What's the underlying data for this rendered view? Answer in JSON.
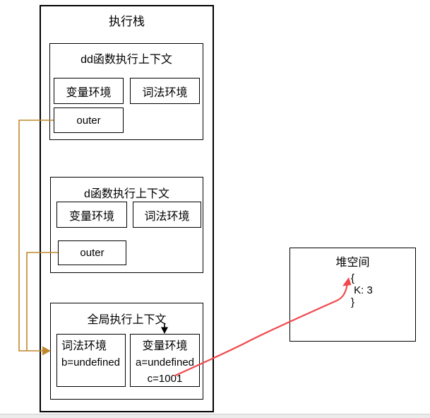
{
  "colors": {
    "connector_orange": "#bf882b",
    "arrow_red": "#f2484c",
    "line_black": "#000000"
  },
  "stack": {
    "title": "执行栈",
    "contexts": [
      {
        "title": "dd函数执行上下文",
        "variable_env_label": "变量环境",
        "lexical_env_label": "词法环境",
        "outer_label": "outer"
      },
      {
        "title": "d函数执行上下文",
        "variable_env_label": "变量环境",
        "lexical_env_label": "词法环境",
        "outer_label": "outer"
      }
    ],
    "global_context": {
      "title": "全局执行上下文",
      "lexical_env": {
        "label": "词法环境",
        "entries": [
          "b=undefined"
        ]
      },
      "variable_env": {
        "label": "变量环境",
        "entries": [
          "a=undefined",
          "c=1001"
        ]
      }
    }
  },
  "heap": {
    "title": "堆空间",
    "object_lines": [
      "{",
      "K: 3",
      "}"
    ]
  }
}
